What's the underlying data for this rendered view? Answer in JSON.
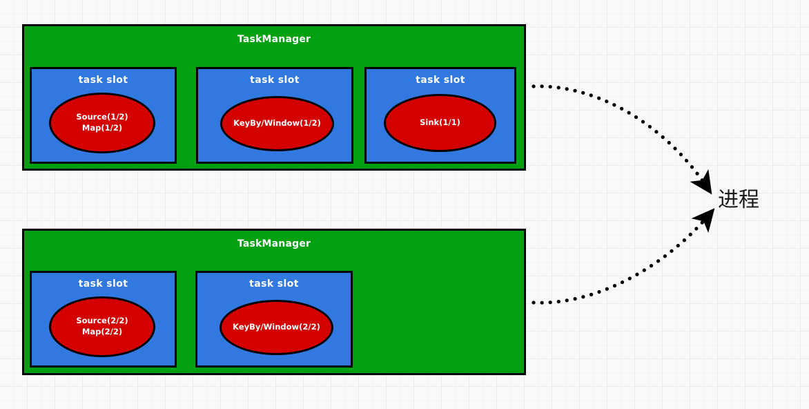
{
  "diagram": {
    "title_text": "TaskManager",
    "slot_label": "task slot",
    "process_label": "进程",
    "colors": {
      "taskmanager_fill": "#00a010",
      "slot_fill": "#3178e0",
      "operator_fill": "#d40000",
      "border": "#000000",
      "label_text": "#ffffff",
      "background": "#f9f9f9",
      "grid_line": "#ededed",
      "process_text": "#1b1b1b"
    },
    "taskmanagers": [
      {
        "name": "TaskManager",
        "slots": [
          {
            "label": "task slot",
            "operator": {
              "lines": [
                "Source(1/2)",
                "Map(1/2)"
              ]
            }
          },
          {
            "label": "task slot",
            "operator": {
              "lines": [
                "KeyBy/Window(1/2)"
              ]
            }
          },
          {
            "label": "task slot",
            "operator": {
              "lines": [
                "Sink(1/1)"
              ]
            }
          }
        ]
      },
      {
        "name": "TaskManager",
        "slots": [
          {
            "label": "task slot",
            "operator": {
              "lines": [
                "Source(2/2)",
                "Map(2/2)"
              ]
            }
          },
          {
            "label": "task slot",
            "operator": {
              "lines": [
                "KeyBy/Window(2/2)"
              ]
            }
          }
        ]
      }
    ],
    "annotations": [
      {
        "name": "process-arrow-top",
        "from": "taskmanager-1",
        "to": "进程"
      },
      {
        "name": "process-arrow-bottom",
        "from": "taskmanager-2",
        "to": "进程"
      }
    ]
  }
}
